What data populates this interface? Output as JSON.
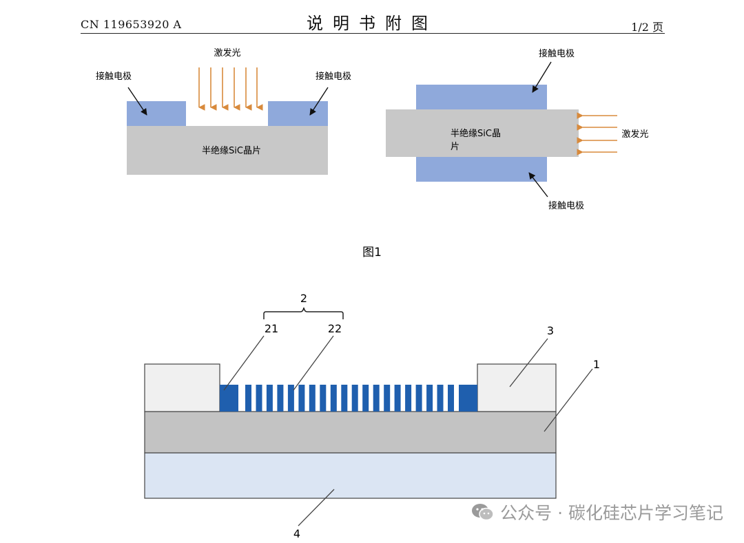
{
  "header": {
    "doc_number": "CN 119653920 A",
    "title": "说明书附图",
    "page": "1/2 页"
  },
  "figure1": {
    "caption": "图1",
    "left": {
      "excitation_label": "激发光",
      "electrode_left_label": "接触电极",
      "electrode_right_label": "接触电极",
      "wafer_label": "半绝缘SiC晶片"
    },
    "right": {
      "electrode_top_label": "接触电极",
      "electrode_bottom_label": "接触电极",
      "excitation_label": "激发光",
      "wafer_label_line1": "半绝缘SiC晶",
      "wafer_label_line2": "片"
    }
  },
  "figure2": {
    "ref_2": "2",
    "ref_21": "21",
    "ref_22": "22",
    "ref_3": "3",
    "ref_1": "1",
    "ref_4": "4",
    "grating_count": 20
  },
  "watermark": {
    "text": "公众号 · 碳化硅芯片学习笔记"
  },
  "colors": {
    "electrode_blue": "#8fa9db",
    "wafer_gray": "#c8c8c8",
    "arrow_orange": "#d88a3c",
    "grating_blue": "#1f5fae",
    "substrate_light": "#dbe5f3",
    "pad_light": "#f0f0f0",
    "layer_gray": "#c3c3c3"
  }
}
